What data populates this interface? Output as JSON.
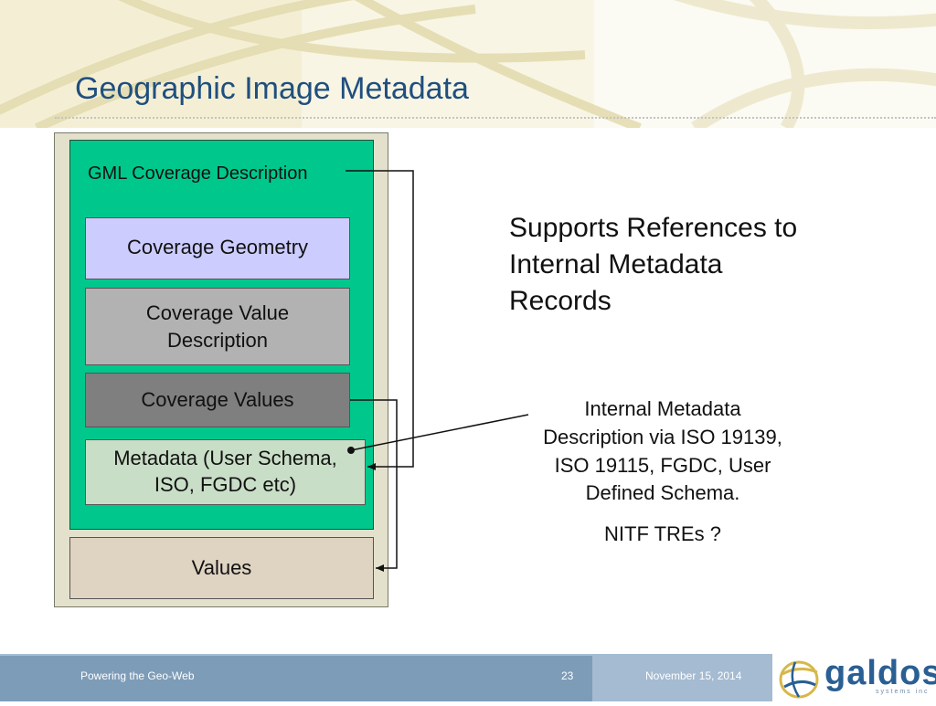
{
  "slide": {
    "title": "Geographic Image Metadata"
  },
  "diagram": {
    "gml_label": "GML Coverage Description",
    "boxes": {
      "coverage_geometry": "Coverage Geometry",
      "coverage_value_description_line1": "Coverage Value",
      "coverage_value_description_line2": "Description",
      "coverage_values": "Coverage Values",
      "metadata_line1": "Metadata (User Schema,",
      "metadata_line2": "ISO, FGDC etc)",
      "values": "Values"
    },
    "colors": {
      "outer": "#e3e1cb",
      "green": "#00c88c",
      "geometry": "#ccccff",
      "value_description": "#b2b2b2",
      "coverage_values": "#7f7f7f",
      "metadata": "#c9dec7",
      "values": "#dfd3c2"
    }
  },
  "right": {
    "supports_line1": "Supports References to",
    "supports_line2": "Internal Metadata",
    "supports_line3": "Records",
    "note_line1": "Internal Metadata",
    "note_line2": "Description via ISO 19139,",
    "note_line3": "ISO 19115, FGDC, User",
    "note_line4": "Defined Schema.",
    "nitf": "NITF TREs ?"
  },
  "footer": {
    "left": "Powering the Geo-Web",
    "page": "23",
    "date": "November 15, 2014"
  },
  "logo": {
    "name": "galdos",
    "tagline": "systems inc"
  }
}
